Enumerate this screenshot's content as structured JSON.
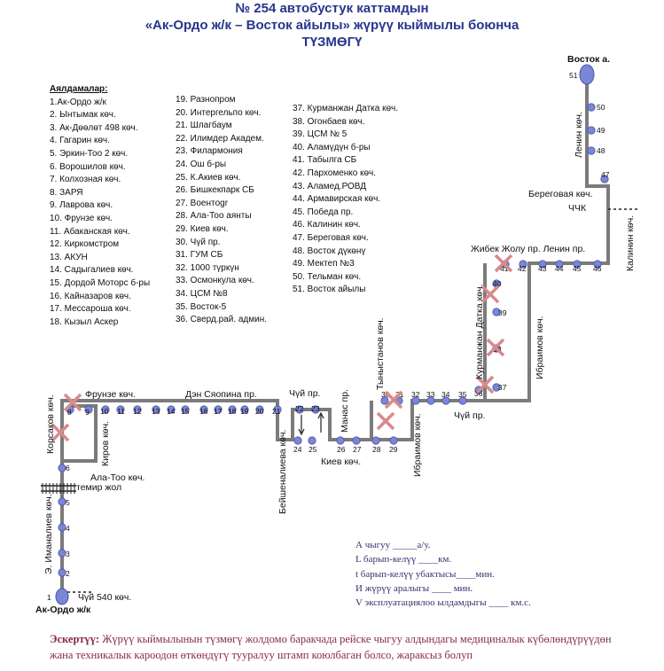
{
  "header": {
    "line1": "№ 254  автобустук каттамдын",
    "line2": "«Ак-Ордо ж/к – Восток айылы» жүрүү кыймылы боюнча",
    "line3": "ТҮЗМӨГҮ"
  },
  "legend": {
    "heading": "Аялдамалар:",
    "col1": [
      "1.Ак-Ордо ж/к",
      "2. Ынтымак көч.",
      "3. Ак-Дөөлөт 498 көч.",
      "4. Гагарин көч.",
      "5. Эркин-Тоо 2 көч.",
      "6. Ворошилов көч.",
      "7. Колхозная көч.",
      "8. ЗАРЯ",
      "9. Лаврова көч.",
      "10. Фрунзе көч.",
      "11. Абаканская көч.",
      "12. Киркомстром",
      "13. АКУН",
      "14. Садыгалиев көч.",
      "15. Дордой Моторс б-ры",
      "16. Кайназаров көч.",
      "17. Мессароша көч.",
      "18. Кызыл Аскер"
    ],
    "col2": [
      "19. Разнопром",
      "20. Интергельпо көч.",
      "21. Шлагбаум",
      "22. Илимдер Академ.",
      "23. Филармония",
      "24. Ош б-ры",
      "25. К.Акиев көч.",
      "26. Бишкекпарк СБ",
      "27. Воентogr",
      "28. Ала-Тоо аянты",
      "29. Киев көч.",
      "30. Чүй пр.",
      "31. ГУМ СБ",
      "32. 1000 түркүн",
      "33. Осмонкула көч.",
      "34. ЦСМ №8",
      "35. Восток-5",
      "36. Сверд.рай. админ."
    ],
    "col3": [
      "37. Курманжан Датка көч.",
      "38. Огонбаев көч.",
      "39. ЦСМ № 5",
      "40. Аламүдүн б-ры",
      "41. Табылга СБ",
      "42. Пархоменко көч.",
      "43. Аламед.РОВД",
      "44. Армавирская көч.",
      "45. Победа пр.",
      "46. Калинин көч.",
      "47. Береговая көч.",
      "48. Восток дүкөнү",
      "49. Мектеп №3",
      "50. Тельман көч.",
      "51. Восток айылы"
    ]
  },
  "map_labels": {
    "vostok": "Восток а.",
    "lenin_vert": "Ленин көч.",
    "beregovaya": "Береговая көч.",
    "chchk": "ЧЧК",
    "kalinin": "Калинин көч.",
    "zhibek": "Жибек Жолу пр. Ленин пр.",
    "kurmanzhan": "Курманжан Датка көч.",
    "ibraimov1": "Ибраимов көч.",
    "ibraimov2": "Ибраимов көч.",
    "chuy_right": "Чүй пр.",
    "tynystanov": "Тыныстанов көч.",
    "manas": "Манас пр.",
    "chuy_mid": "Чүй пр.",
    "kiev": "Киев көч.",
    "beyshenaliev": "Бейшеналиева көч.",
    "frunze": "Фрунзе көч.",
    "dzen": "Дэн Сяопина пр.",
    "korsakov": "Корсаков көч.",
    "kirov": "Киров көч.",
    "alatoo": "Ала-Тоо көч.",
    "temir": "темир жол",
    "imanaliev": "Э. Иманалиев көч.",
    "chuy540": "Чүй 540 көч.",
    "akordo": "Ак-Ордо ж/к"
  },
  "info": {
    "a": "А чыгуу _____а/у.",
    "l": "L барып-келүү ____км.",
    "t": "t барып-келүү убактысы____мин.",
    "i": "И жүрүү аралыгы ____    мин.",
    "v": "V эксплуатациялоо ылдамдыгы ____ км.с."
  },
  "note": {
    "label": "Эскертүү:",
    "text": " Жүрүү кыймылынын түзмөгү жолдомо баракчада рейске чыгуу алдындагы медициналык күбөлөндүрүүдөн жана техникалык кароодон өткөндүгү тууралуу штамп коюлбаган болсо, жараксыз болуп"
  },
  "colors": {
    "route": "#7b7b7b",
    "stop": "#7a86d6",
    "stop_stroke": "#4a55a8",
    "cross": "#d98a8a",
    "title": "#27358c"
  },
  "stops": [
    "1",
    "2",
    "3",
    "4",
    "5",
    "6",
    "8",
    "9",
    "10",
    "11",
    "12",
    "13",
    "14",
    "15",
    "16",
    "17",
    "18",
    "19",
    "20",
    "21",
    "22",
    "23",
    "24",
    "25",
    "26",
    "27",
    "28",
    "29",
    "30",
    "31",
    "32",
    "33",
    "34",
    "35",
    "36",
    "37",
    "38",
    "39",
    "40",
    "41",
    "42",
    "43",
    "44",
    "45",
    "46",
    "47",
    "48",
    "49",
    "50",
    "51"
  ]
}
